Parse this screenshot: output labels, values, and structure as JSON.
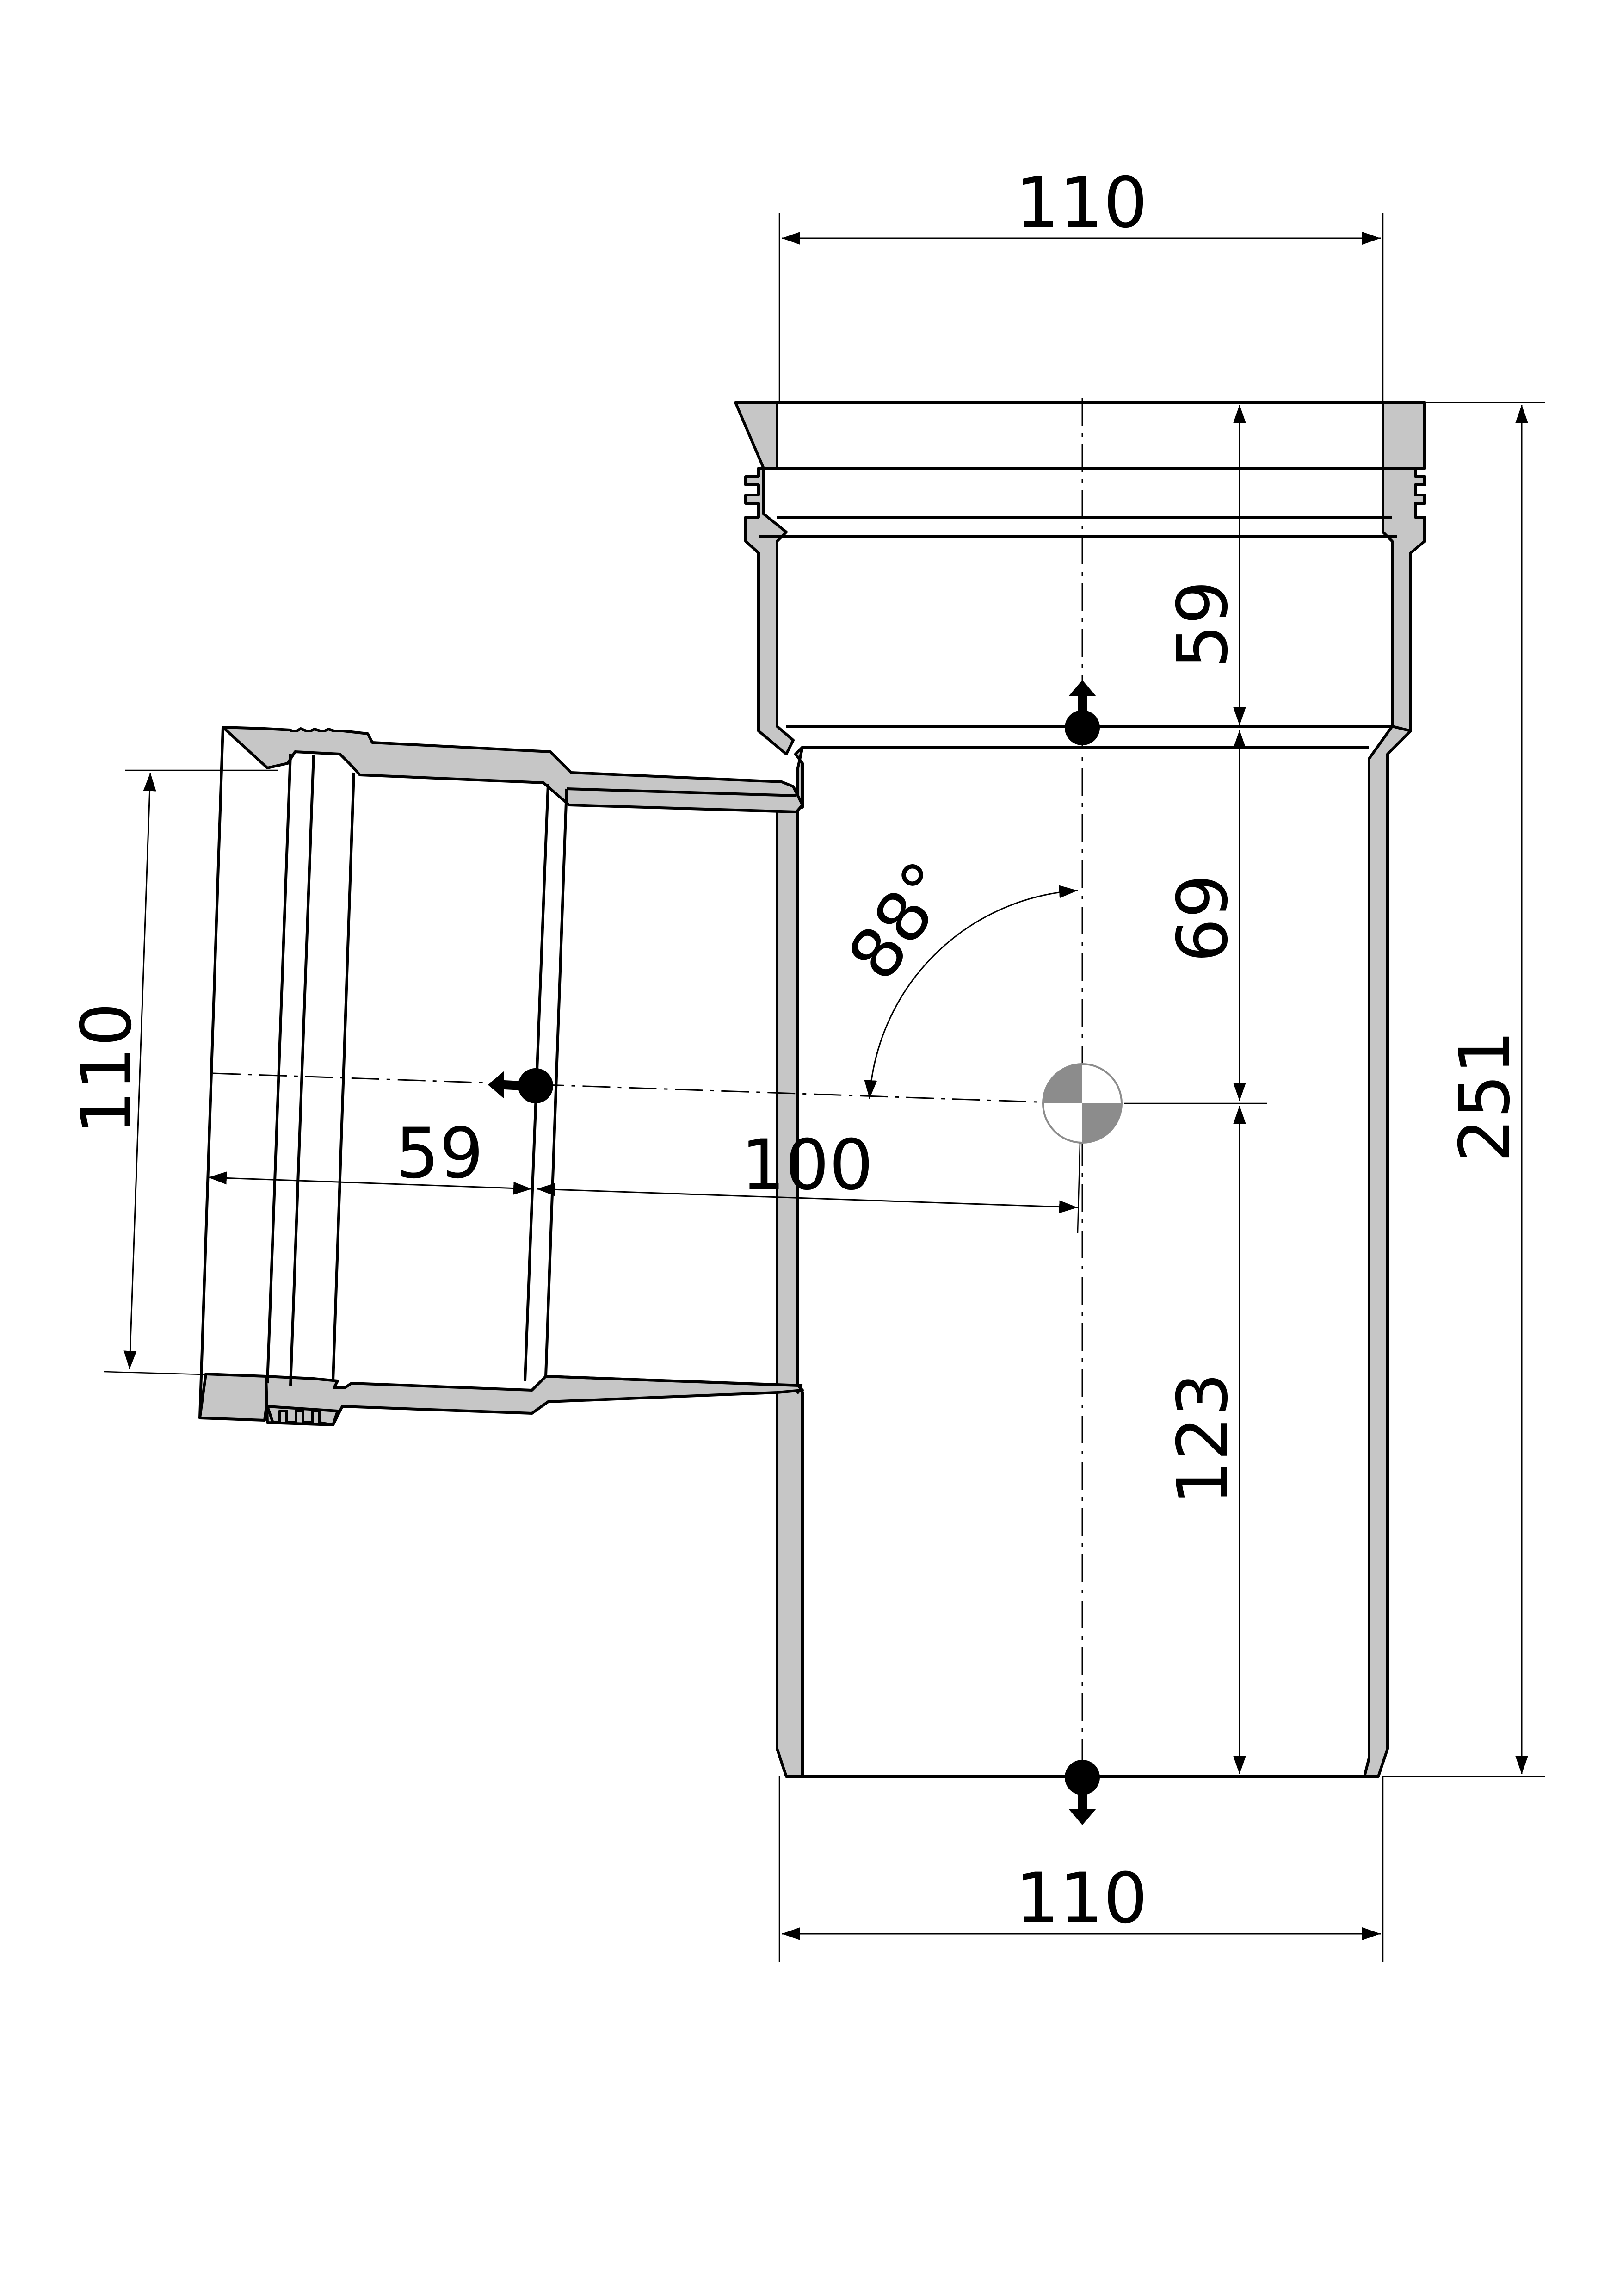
{
  "drawing": {
    "angle_label": "88°",
    "dimensions": {
      "top_width": "110",
      "bottom_width": "110",
      "branch_diameter": "110",
      "top_socket_depth": "59",
      "center_to_top_socket": "69",
      "center_to_bottom": "123",
      "overall_height": "251",
      "branch_socket_depth": "59",
      "branch_center_offset": "100"
    },
    "colors": {
      "section_fill": "#c6c6c6",
      "line": "#000000",
      "background": "#ffffff"
    },
    "icons": [
      "insertion-arrow-icon",
      "centre-mark-icon"
    ]
  }
}
